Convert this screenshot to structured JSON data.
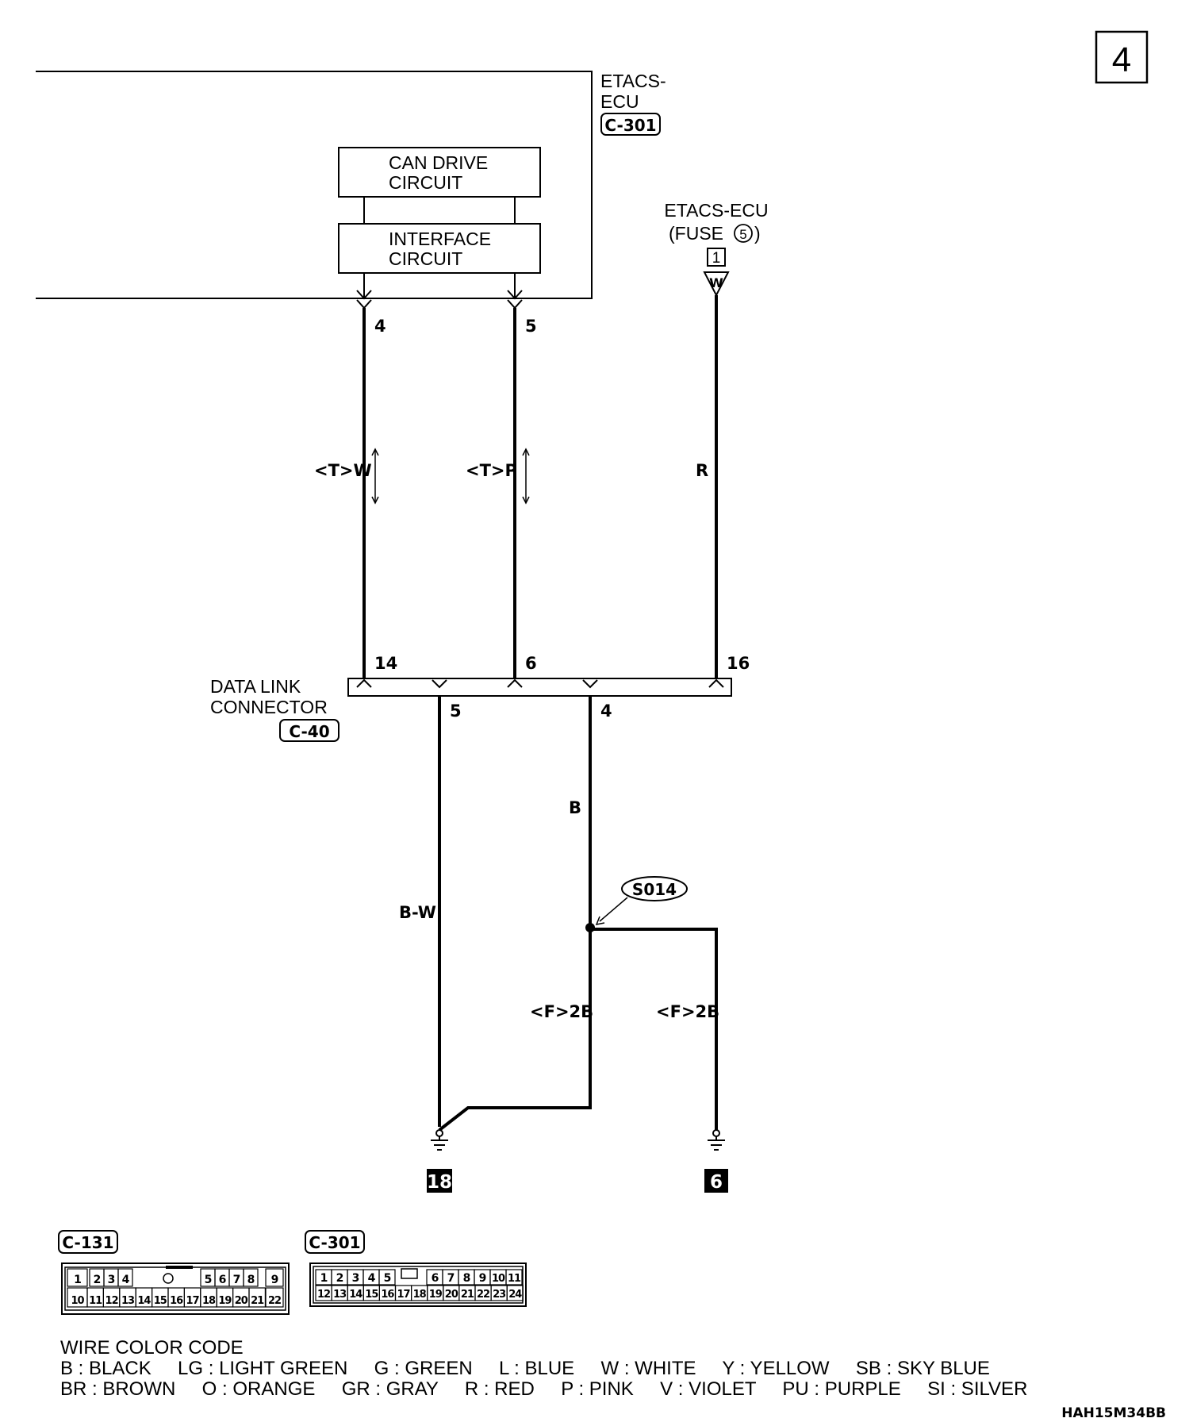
{
  "page_number": "4",
  "etacs_ecu": {
    "title_line1": "ETACS-",
    "title_line2": "ECU",
    "connector": "C-301",
    "can_drive_line1": "CAN DRIVE",
    "can_drive_line2": "CIRCUIT",
    "interface_line1": "INTERFACE",
    "interface_line2": "CIRCUIT",
    "pin_left": "4",
    "pin_right": "5"
  },
  "fuse_source": {
    "line1": "ETACS-ECU",
    "line2_prefix": "(FUSE",
    "fuse_number": "5",
    "line2_suffix": ")",
    "terminal": "1",
    "terminal_color": "W"
  },
  "wires": {
    "can_high": "<T>W",
    "can_low": "<T>P",
    "power": "R",
    "ground_4": "B",
    "ground_5": "B-W",
    "branch_left": "<F>2B",
    "branch_right": "<F>2B"
  },
  "data_link_connector": {
    "line1": "DATA LINK",
    "line2": "CONNECTOR",
    "connector": "C-40",
    "pin_14": "14",
    "pin_6": "6",
    "pin_16": "16",
    "pin_5": "5",
    "pin_4": "4"
  },
  "splice": "S014",
  "grounds": {
    "left": "18",
    "right": "6"
  },
  "connector_c131": {
    "label": "C-131",
    "top_row": [
      "1",
      "2",
      "3",
      "4",
      "5",
      "6",
      "7",
      "8",
      "9"
    ],
    "bottom_row": [
      "10",
      "11",
      "12",
      "13",
      "14",
      "15",
      "16",
      "17",
      "18",
      "19",
      "20",
      "21",
      "22"
    ]
  },
  "connector_c301": {
    "label": "C-301",
    "top_row": [
      "1",
      "2",
      "3",
      "4",
      "5",
      "6",
      "7",
      "8",
      "9",
      "10",
      "11"
    ],
    "bottom_row": [
      "12",
      "13",
      "14",
      "15",
      "16",
      "17",
      "18",
      "19",
      "20",
      "21",
      "22",
      "23",
      "24"
    ]
  },
  "wire_color_code": {
    "title": "WIRE COLOR CODE",
    "line1": "B : BLACK     LG : LIGHT GREEN     G : GREEN     L : BLUE     W : WHITE     Y : YELLOW     SB : SKY BLUE",
    "line2": "BR : BROWN     O : ORANGE     GR : GRAY     R : RED     P : PINK     V : VIOLET     PU : PURPLE     SI : SILVER"
  },
  "figure_code": "HAH15M34BB"
}
